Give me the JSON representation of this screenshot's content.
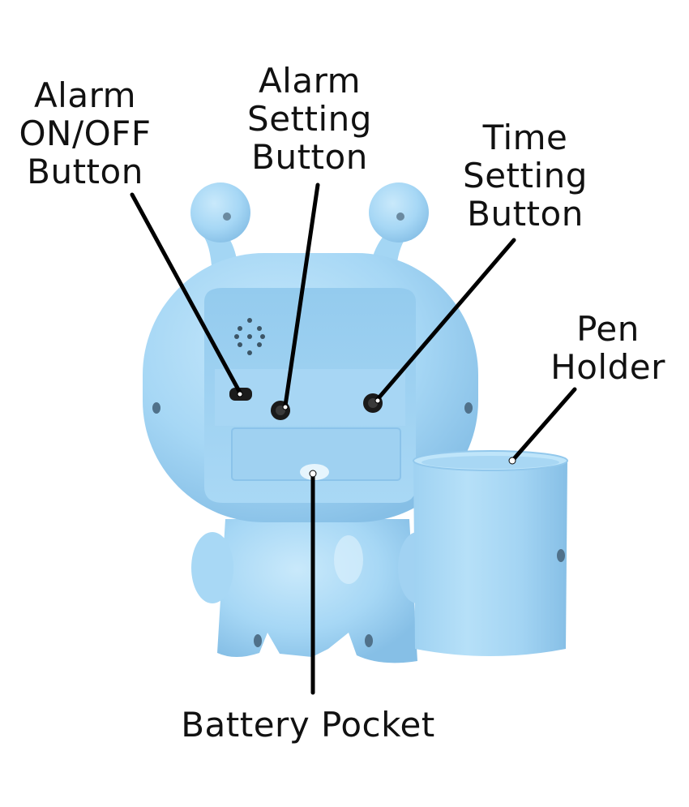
{
  "labels": {
    "alarm_onoff": [
      "Alarm",
      "ON/OFF",
      "Button"
    ],
    "alarm_setting": [
      "Alarm",
      "Setting",
      "Button"
    ],
    "time_setting": [
      "Time",
      "Setting",
      "Button"
    ],
    "pen_holder": [
      "Pen",
      "Holder"
    ],
    "battery_pocket": "Battery Pocket"
  },
  "colors": {
    "clock_body": "#a6d7f5",
    "clock_shadow": "#86bfe6",
    "clock_highlight": "#d6effc",
    "leader_line": "#000000",
    "label_text": "#111111"
  }
}
